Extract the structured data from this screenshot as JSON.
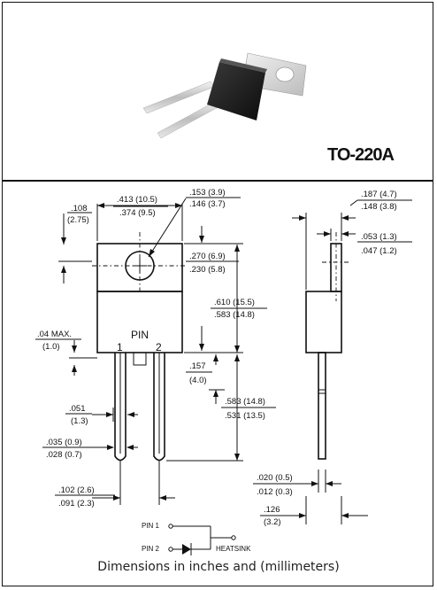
{
  "package_name": "TO-220A",
  "caption": "Dimensions in inches and (millimeters)",
  "front_view": {
    "pin_label": "PIN",
    "pin_numbers": [
      "1",
      "2"
    ],
    "dims": {
      "lead_offset": [
        ".108",
        "(2.75)"
      ],
      "body_width": [
        ".413 (10.5)",
        ".374 (9.5)"
      ],
      "hole_dia": [
        ".153 (3.9)",
        ".146 (3.7)"
      ],
      "tab_height": [
        ".270 (6.9)",
        ".230 (5.8)"
      ],
      "body_height": [
        ".610 (15.5)",
        ".583 (14.8)"
      ],
      "chamfer": [
        ".04 MAX.",
        "(1.0)"
      ],
      "standoff": [
        ".157",
        "(4.0)"
      ],
      "lead_length": [
        ".583 (14.8)",
        ".531 (13.5)"
      ],
      "lead_thickness": [
        ".051",
        "(1.3)"
      ],
      "lead_width": [
        ".035 (0.9)",
        ".028 (0.7)"
      ],
      "pitch": [
        ".102 (2.6)",
        ".091 (2.3)"
      ]
    }
  },
  "side_view": {
    "dims": {
      "overall_thickness": [
        ".187 (4.7)",
        ".148 (3.8)"
      ],
      "tab_thickness": [
        ".053 (1.3)",
        ".047 (1.2)"
      ],
      "lead_thickness": [
        ".020 (0.5)",
        ".012 (0.3)"
      ],
      "lead_offset": [
        ".126",
        "(3.2)"
      ]
    }
  },
  "schematic": {
    "pin1": "PIN 1",
    "pin2": "PIN 2",
    "heatsink": "HEATSINK"
  }
}
